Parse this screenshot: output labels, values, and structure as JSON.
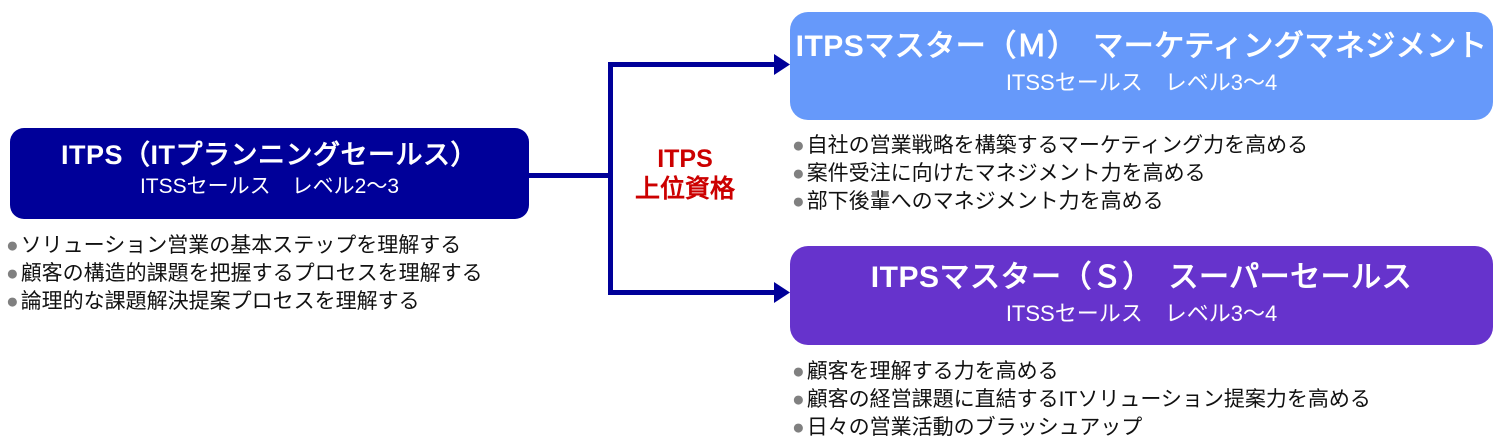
{
  "colors": {
    "navy_box": "#000099",
    "light_blue_box": "#6699FA",
    "purple_box": "#6633CC",
    "connector": "#000099",
    "red_label": "#CC0000",
    "bullet_dot": "#808080",
    "box_text": "#FFFFFF",
    "bullet_text": "#111111"
  },
  "bullet_glyph": "●",
  "left_box": {
    "title": "ITPS（ITプランニングセールス）",
    "subtitle": "ITSSセールス　レベル2～3",
    "bullets": [
      "ソリューション営業の基本ステップを理解する",
      "顧客の構造的課題を把握するプロセスを理解する",
      "論理的な課題解決提案プロセスを理解する"
    ]
  },
  "center_label": {
    "line1": "ITPS",
    "line2": "上位資格"
  },
  "top_right_box": {
    "title": "ITPSマスター（Ｍ）　マーケティングマネジメント",
    "subtitle": "ITSSセールス　レベル3～4",
    "bullets": [
      "自社の営業戦略を構築するマーケティング力を高める",
      "案件受注に向けたマネジメント力を高める",
      "部下後輩へのマネジメント力を高める"
    ]
  },
  "bottom_right_box": {
    "title": "ITPSマスター（Ｓ）　スーパーセールス",
    "subtitle": "ITSSセールス　レベル3～4",
    "bullets": [
      "顧客を理解する力を高める",
      "顧客の経営課題に直結するITソリューション提案力を高める",
      "日々の営業活動のブラッシュアップ"
    ]
  }
}
